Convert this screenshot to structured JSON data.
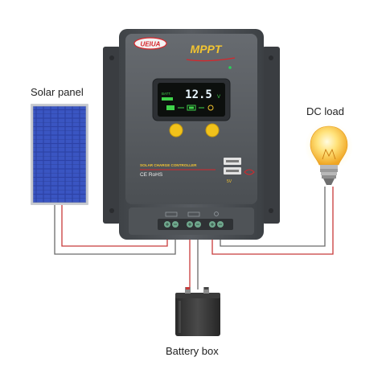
{
  "labels": {
    "solar_panel": "Solar panel",
    "dc_load": "DC load",
    "battery_box": "Battery box"
  },
  "controller": {
    "brand": "UEIUA",
    "title": "MPPT",
    "display_value": "12.5",
    "display_unit": "V",
    "display_tag": "BATT.",
    "product_name": "SOLAR CHARGE CONTROLLER",
    "cert": "CE RoHS",
    "usb_label": "5V"
  },
  "colors": {
    "body": "#4a4e52",
    "face": "#5d6166",
    "lcd": "#0c0f0d",
    "lcd_text": "#e9f7ff",
    "lcd_green": "#3fd24a",
    "button": "#f1c21b",
    "accent_red": "#d8262b",
    "wire_red": "#c83a3a",
    "wire_dark": "#6a6a6a",
    "panel_blue": "#2c3f9e",
    "bulb": "#ffd54a"
  },
  "icons": {
    "panel": "solar-panel-icon",
    "bulb": "light-bulb-icon",
    "battery": "battery-icon",
    "usb": "usb-port-icon"
  }
}
